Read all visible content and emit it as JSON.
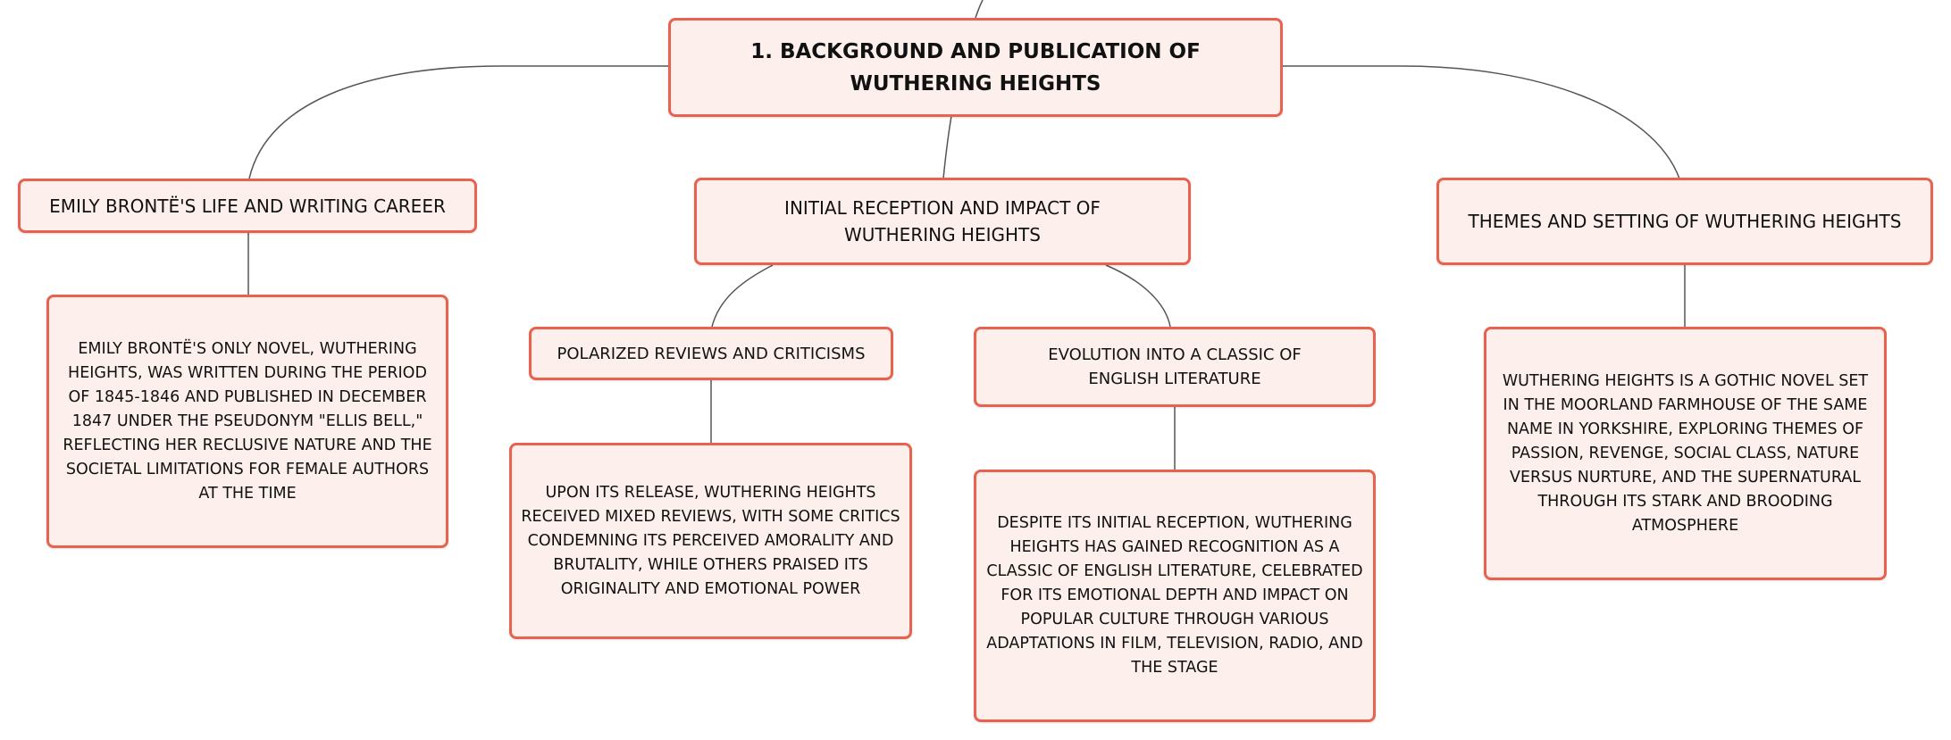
{
  "mindmap": {
    "root": {
      "title": "1. BACKGROUND AND PUBLICATION OF WUTHERING HEIGHTS"
    },
    "branches": [
      {
        "label": "EMILY BRONTË'S LIFE AND WRITING CAREER",
        "detail": "EMILY BRONTË'S ONLY NOVEL, WUTHERING HEIGHTS, WAS WRITTEN DURING THE PERIOD OF 1845-1846 AND PUBLISHED IN DECEMBER 1847 UNDER THE PSEUDONYM \"ELLIS BELL,\" REFLECTING HER RECLUSIVE NATURE AND THE SOCIETAL LIMITATIONS FOR FEMALE AUTHORS AT THE TIME"
      },
      {
        "label": "INITIAL RECEPTION AND IMPACT OF WUTHERING HEIGHTS",
        "children": [
          {
            "label": "POLARIZED REVIEWS AND CRITICISMS",
            "detail": "UPON ITS RELEASE, WUTHERING HEIGHTS RECEIVED MIXED REVIEWS, WITH SOME CRITICS CONDEMNING ITS PERCEIVED AMORALITY AND BRUTALITY, WHILE OTHERS PRAISED ITS ORIGINALITY AND EMOTIONAL POWER"
          },
          {
            "label": "EVOLUTION INTO A CLASSIC OF ENGLISH LITERATURE",
            "detail": "DESPITE ITS INITIAL RECEPTION, WUTHERING HEIGHTS HAS GAINED RECOGNITION AS A CLASSIC OF ENGLISH LITERATURE, CELEBRATED FOR ITS EMOTIONAL DEPTH AND IMPACT ON POPULAR CULTURE THROUGH VARIOUS ADAPTATIONS IN FILM, TELEVISION, RADIO, AND THE STAGE"
          }
        ]
      },
      {
        "label": "THEMES AND SETTING OF WUTHERING HEIGHTS",
        "detail": "WUTHERING HEIGHTS IS A GOTHIC NOVEL SET IN THE MOORLAND FARMHOUSE OF THE SAME NAME IN YORKSHIRE, EXPLORING THEMES OF PASSION, REVENGE, SOCIAL CLASS, NATURE VERSUS NURTURE, AND THE SUPERNATURAL THROUGH ITS STARK AND BROODING ATMOSPHERE"
      }
    ]
  },
  "colors": {
    "node_fill": "#fdf0ec",
    "node_border": "#e8624f",
    "connector": "#555555"
  }
}
